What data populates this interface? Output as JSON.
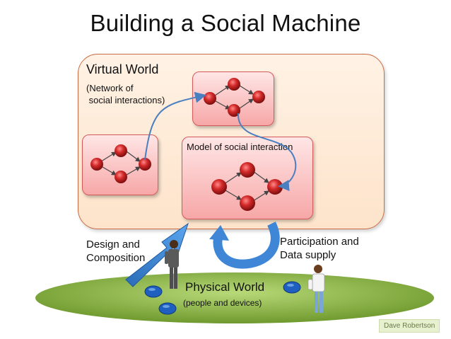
{
  "slide": {
    "title": "Building a Social Machine",
    "virtual_world": {
      "title": "Virtual World",
      "subtitle": "(Network of\n social interactions)"
    },
    "model_label": "Model of social interaction",
    "design_label": "Design and\nComposition",
    "participation_label": "Participation and\nData supply",
    "physical_world": {
      "title": "Physical World",
      "subtitle": "(people and devices)"
    },
    "credit": "Dave Robertson"
  },
  "colors": {
    "virtual_fill": "#fde3ca",
    "virtual_border": "#c96b45",
    "node_red": "#d42a2a",
    "network_box": "#f7a7a7",
    "arrow_blue": "#2f7fcf",
    "ground_green": "#8fbb44",
    "device_blue": "#1f5fbf"
  },
  "icons": [
    "person-woman-icon",
    "person-doctor-icon",
    "device-icon"
  ]
}
